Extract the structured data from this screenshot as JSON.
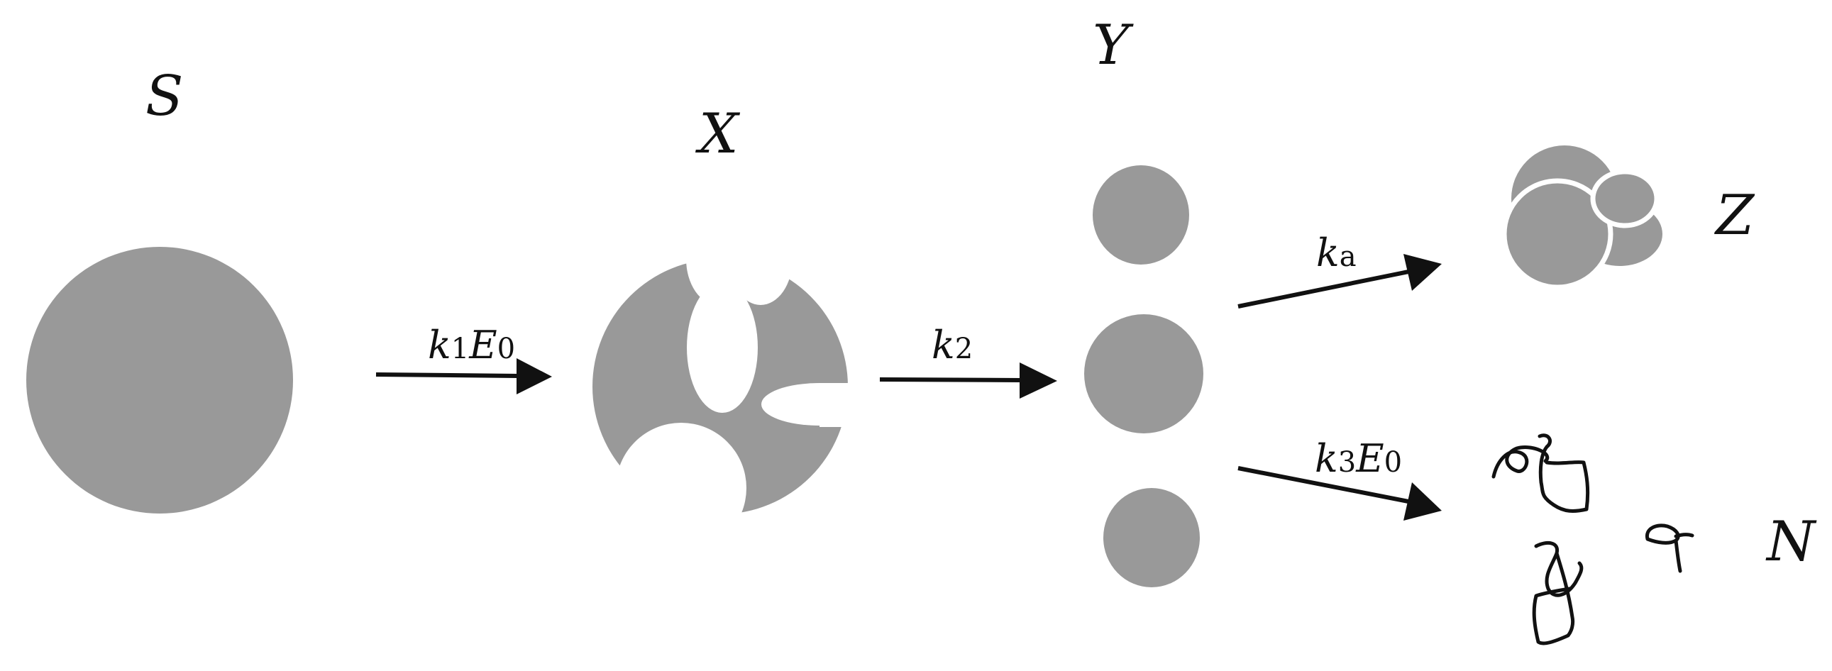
{
  "colors": {
    "particle_fill": "#999999",
    "ink": "#111111",
    "background": "#ffffff"
  },
  "nodes": {
    "S": {
      "label": "S"
    },
    "X": {
      "label": "X"
    },
    "Y": {
      "label": "Y"
    },
    "Z": {
      "label": "Z"
    },
    "N": {
      "label": "N"
    }
  },
  "rates": {
    "s_to_x": {
      "symbol": "k",
      "index": "1",
      "factor": "E",
      "factor_index": "0"
    },
    "x_to_y": {
      "symbol": "k",
      "index": "2"
    },
    "y_to_z": {
      "symbol": "k",
      "index": "a"
    },
    "y_to_n": {
      "symbol": "k",
      "index": "3",
      "factor": "E",
      "factor_index": "0"
    }
  }
}
